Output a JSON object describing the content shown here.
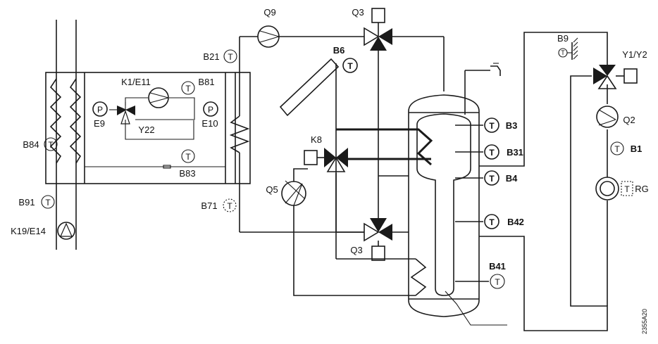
{
  "labels": {
    "q9": "Q9",
    "q3_top": "Q3",
    "q3_bot": "Q3",
    "b6": "B6",
    "b21": "B21",
    "k1e11": "K1/E11",
    "b81": "B81",
    "e9": "E9",
    "y22": "Y22",
    "e10": "E10",
    "b84": "B84",
    "b83": "B83",
    "b91": "B91",
    "k19e14": "K19/E14",
    "b71": "B71",
    "k8": "K8",
    "q5": "Q5",
    "b3": "B3",
    "b31": "B31",
    "b4": "B4",
    "b42": "B42",
    "b41": "B41",
    "b9": "B9",
    "y1y2": "Y1/Y2",
    "q2": "Q2",
    "b1": "B1",
    "rg": "RG"
  },
  "symbols": {
    "temperature": "T",
    "pressure": "P"
  },
  "drawing_code": "2355A20"
}
